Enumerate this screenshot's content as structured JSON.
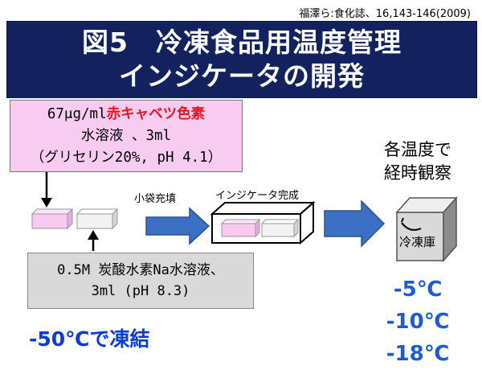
{
  "citation": "福澤ら:食化誌、16,143-146(2009)",
  "title": {
    "line1": "図5　冷凍食品用温度管理",
    "line2": "インジケータの開発"
  },
  "pink_box": {
    "line1_prefix": "67μg/ml",
    "line1_red": "赤キャベツ色素",
    "line2": "水溶液 、3ml",
    "line3": "（グリセリン20%, pH 4.1）"
  },
  "gray_box": {
    "line1": "0.5M 炭酸水素Na水溶液、",
    "line2": "3ml (pH 8.3)"
  },
  "freeze_note": "-50℃で凍結",
  "pouch_label": "小袋充填",
  "complete_label": "インジケータ完成",
  "observe": {
    "line1": "各温度で",
    "line2": "経時観察"
  },
  "fridge_label": "冷凍庫",
  "temperatures": [
    "-5℃",
    "-10℃",
    "-18℃"
  ],
  "colors": {
    "banner": "#13215f",
    "pink": "#f8ccf1",
    "gray": "#d9d9d9",
    "arrow_blue": "#3a6fc4",
    "temp_blue": "#1e5ad6",
    "freeze_blue": "#0a3bd8",
    "red_text": "#e8151e"
  }
}
